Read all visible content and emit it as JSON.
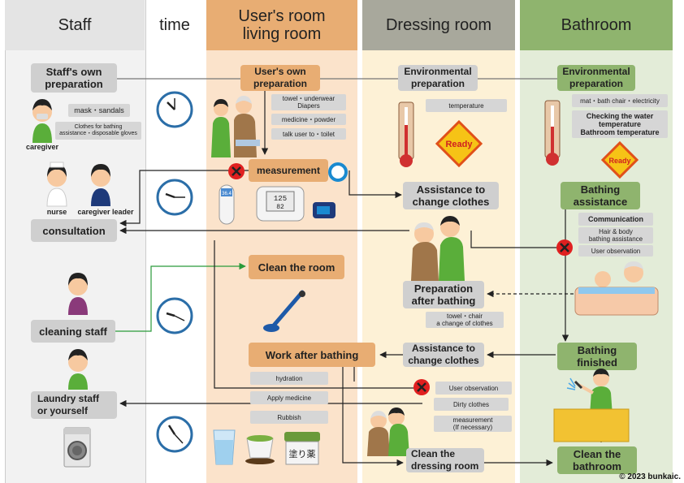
{
  "columns": {
    "staff": "Staff",
    "time": "time",
    "user_room": "User's room\nliving room",
    "dressing": "Dressing room",
    "bathroom": "Bathroom"
  },
  "staff": {
    "own_prep": "Staff's own\npreparation",
    "caregiver": "caregiver",
    "nurse": "nurse",
    "caregiver_leader": "caregiver leader",
    "consultation": "consultation",
    "cleaning_staff": "cleaning staff",
    "laundry": "Laundry staff\nor yourself",
    "tags": {
      "mask": "mask・sandals",
      "clothes": "Clothes for bathing\nassistance・disposable gloves"
    }
  },
  "user_room": {
    "own_prep": "User's own\npreparation",
    "measurement": "measurement",
    "clean_room": "Clean the room",
    "work_after": "Work after bathing",
    "tags": {
      "towel": "towel・underwear\nDiapers",
      "medicine": "medicine・powder",
      "toilet": "talk user to・toilet",
      "hydration": "hydration",
      "apply": "Apply medicine",
      "rubbish": "Rubbish"
    },
    "ointment_label": "塗り薬"
  },
  "dressing": {
    "env_prep": "Environmental\npreparation",
    "temperature": "temperature",
    "ready": "Ready",
    "assist_change": "Assistance to\nchange clothes",
    "prep_after": "Preparation\nafter bathing",
    "prep_tag": "towel・chair\na change of clothes",
    "assist_change2": "Assistance to\nchange clothes",
    "user_obs": "User observation",
    "dirty": "Dirty clothes",
    "measure_tag": "measurement\n(If necessary)",
    "clean": "Clean the\ndressing room"
  },
  "bathroom": {
    "env_prep": "Environmental\npreparation",
    "tag_mat": "mat・bath chair・electricity",
    "check_water": "Checking the water\ntemperature\nBathroom temperature",
    "ready": "Ready",
    "bathing_assist": "Bathing\nassistance",
    "communication": "Communication",
    "hair": "Hair & body\nbathing assistance",
    "user_obs": "User observation",
    "finished": "Bathing\nfinished",
    "clean": "Clean the\nbathroom"
  },
  "thermometer_reading": "36.4",
  "bp_reading_top": "125",
  "bp_reading_bottom": "82",
  "copyright": "© 2023 bunkaic."
}
